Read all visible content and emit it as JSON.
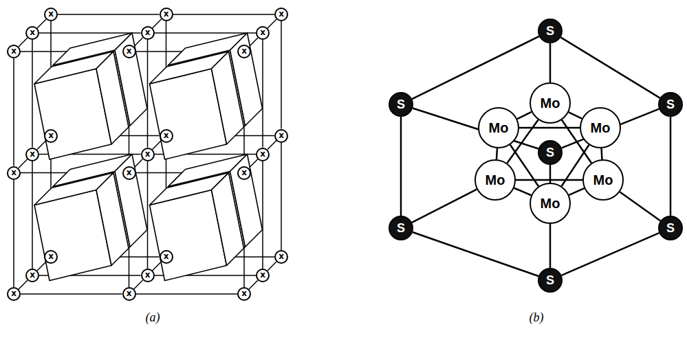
{
  "diagram": {
    "nodes": [
      {
        "text": [
          "x"
        ]
      },
      {
        "text": [
          "x"
        ]
      },
      {
        "text": [
          "x"
        ]
      },
      {
        "text": [
          "x"
        ]
      },
      {
        "text": [
          "x"
        ]
      },
      {
        "text": [
          "x"
        ]
      },
      {
        "text": [
          "x"
        ]
      },
      {
        "text": [
          "x"
        ]
      },
      {
        "text": [
          "x"
        ]
      },
      {
        "text": [
          "x"
        ]
      },
      {
        "text": [
          "x"
        ]
      },
      {
        "text": [
          "x"
        ]
      },
      {
        "text": [
          "x"
        ]
      },
      {
        "text": [
          "x"
        ]
      },
      {
        "text": [
          "x"
        ]
      },
      {
        "text": [
          "x"
        ]
      },
      {
        "text": [
          "x"
        ]
      },
      {
        "text": [
          "x"
        ]
      },
      {
        "text": [
          "x"
        ]
      },
      {
        "text": [
          "x"
        ]
      },
      {
        "text": [
          "x"
        ]
      },
      {
        "text": [
          "x"
        ]
      },
      {
        "text": [
          "x"
        ]
      },
      {
        "text": [
          "x"
        ]
      },
      {
        "text": [
          "x"
        ]
      },
      {
        "text": [
          "x"
        ]
      },
      {
        "text": [
          "x"
        ]
      },
      {
        "text": [
          "S"
        ]
      },
      {
        "text": [
          "S"
        ]
      },
      {
        "text": [
          "S"
        ]
      },
      {
        "text": [
          "Mo"
        ]
      },
      {
        "text": [
          "Mo"
        ]
      },
      {
        "text": [
          "Mo"
        ]
      },
      {
        "text": [
          "S"
        ]
      },
      {
        "text": [
          "Mo"
        ]
      },
      {
        "text": [
          "Mo"
        ]
      },
      {
        "text": [
          "Mo"
        ]
      },
      {
        "text": [
          "S"
        ]
      },
      {
        "text": [
          "S"
        ]
      },
      {
        "text": [
          "S"
        ]
      }
    ],
    "edges": [
      {
        "from": 0,
        "to": 1,
        "arrow": "none"
      },
      {
        "from": 1,
        "to": 2,
        "arrow": "none"
      },
      {
        "from": 3,
        "to": 4,
        "arrow": "none"
      },
      {
        "from": 4,
        "to": 5,
        "arrow": "none"
      },
      {
        "from": 6,
        "to": 7,
        "arrow": "none"
      },
      {
        "from": 7,
        "to": 8,
        "arrow": "none"
      },
      {
        "from": 9,
        "to": 10,
        "arrow": "none"
      },
      {
        "from": 10,
        "to": 11,
        "arrow": "none"
      },
      {
        "from": 12,
        "to": 13,
        "arrow": "none"
      },
      {
        "from": 13,
        "to": 14,
        "arrow": "none"
      },
      {
        "from": 15,
        "to": 16,
        "arrow": "none"
      },
      {
        "from": 16,
        "to": 17,
        "arrow": "none"
      },
      {
        "from": 18,
        "to": 19,
        "arrow": "none"
      },
      {
        "from": 19,
        "to": 20,
        "arrow": "none"
      },
      {
        "from": 21,
        "to": 22,
        "arrow": "none"
      },
      {
        "from": 22,
        "to": 23,
        "arrow": "none"
      },
      {
        "from": 24,
        "to": 25,
        "arrow": "none"
      },
      {
        "from": 25,
        "to": 26,
        "arrow": "none"
      },
      {
        "from": 0,
        "to": 3,
        "arrow": "none"
      },
      {
        "from": 1,
        "to": 4,
        "arrow": "none"
      },
      {
        "from": 2,
        "to": 5,
        "arrow": "none"
      },
      {
        "from": 3,
        "to": 6,
        "arrow": "none"
      },
      {
        "from": 4,
        "to": 7,
        "arrow": "none"
      },
      {
        "from": 5,
        "to": 8,
        "arrow": "none"
      },
      {
        "from": 9,
        "to": 12,
        "arrow": "none"
      },
      {
        "from": 10,
        "to": 13,
        "arrow": "none"
      },
      {
        "from": 11,
        "to": 14,
        "arrow": "none"
      },
      {
        "from": 12,
        "to": 15,
        "arrow": "none"
      },
      {
        "from": 13,
        "to": 16,
        "arrow": "none"
      },
      {
        "from": 14,
        "to": 17,
        "arrow": "none"
      },
      {
        "from": 18,
        "to": 21,
        "arrow": "none"
      },
      {
        "from": 19,
        "to": 22,
        "arrow": "none"
      },
      {
        "from": 20,
        "to": 23,
        "arrow": "none"
      },
      {
        "from": 21,
        "to": 24,
        "arrow": "none"
      },
      {
        "from": 22,
        "to": 25,
        "arrow": "none"
      },
      {
        "from": 23,
        "to": 26,
        "arrow": "none"
      },
      {
        "from": 0,
        "to": 9,
        "arrow": "none"
      },
      {
        "from": 1,
        "to": 10,
        "arrow": "none"
      },
      {
        "from": 2,
        "to": 11,
        "arrow": "none"
      },
      {
        "from": 3,
        "to": 12,
        "arrow": "none"
      },
      {
        "from": 4,
        "to": 13,
        "arrow": "none"
      },
      {
        "from": 5,
        "to": 14,
        "arrow": "none"
      },
      {
        "from": 6,
        "to": 15,
        "arrow": "none"
      },
      {
        "from": 7,
        "to": 16,
        "arrow": "none"
      },
      {
        "from": 8,
        "to": 17,
        "arrow": "none"
      },
      {
        "from": 9,
        "to": 18,
        "arrow": "none"
      },
      {
        "from": 10,
        "to": 19,
        "arrow": "none"
      },
      {
        "from": 11,
        "to": 20,
        "arrow": "none"
      },
      {
        "from": 12,
        "to": 21,
        "arrow": "none"
      },
      {
        "from": 13,
        "to": 22,
        "arrow": "none"
      },
      {
        "from": 14,
        "to": 23,
        "arrow": "none"
      },
      {
        "from": 15,
        "to": 24,
        "arrow": "none"
      },
      {
        "from": 16,
        "to": 25,
        "arrow": "none"
      },
      {
        "from": 17,
        "to": 26,
        "arrow": "none"
      },
      {
        "from": 27,
        "to": 29,
        "arrow": "none"
      },
      {
        "from": 29,
        "to": 38,
        "arrow": "none"
      },
      {
        "from": 38,
        "to": 39,
        "arrow": "none"
      },
      {
        "from": 39,
        "to": 37,
        "arrow": "none"
      },
      {
        "from": 37,
        "to": 28,
        "arrow": "none"
      },
      {
        "from": 28,
        "to": 27,
        "arrow": "none"
      },
      {
        "from": 33,
        "to": 28,
        "arrow": "none"
      },
      {
        "from": 33,
        "to": 29,
        "arrow": "none"
      },
      {
        "from": 33,
        "to": 39,
        "arrow": "none"
      },
      {
        "from": 27,
        "to": 30,
        "arrow": "none"
      },
      {
        "from": 37,
        "to": 34,
        "arrow": "none"
      },
      {
        "from": 38,
        "to": 35,
        "arrow": "none"
      },
      {
        "from": 30,
        "to": 31,
        "arrow": "none"
      },
      {
        "from": 30,
        "to": 32,
        "arrow": "none"
      },
      {
        "from": 30,
        "to": 34,
        "arrow": "none"
      },
      {
        "from": 30,
        "to": 35,
        "arrow": "none"
      },
      {
        "from": 36,
        "to": 31,
        "arrow": "none"
      },
      {
        "from": 36,
        "to": 32,
        "arrow": "none"
      },
      {
        "from": 36,
        "to": 34,
        "arrow": "none"
      },
      {
        "from": 36,
        "to": 35,
        "arrow": "none"
      },
      {
        "from": 31,
        "to": 32,
        "arrow": "none"
      },
      {
        "from": 31,
        "to": 34,
        "arrow": "none"
      },
      {
        "from": 32,
        "to": 35,
        "arrow": "none"
      },
      {
        "from": 34,
        "to": 35,
        "arrow": "none"
      }
    ],
    "labels": [
      "(a)",
      "(b)"
    ]
  }
}
